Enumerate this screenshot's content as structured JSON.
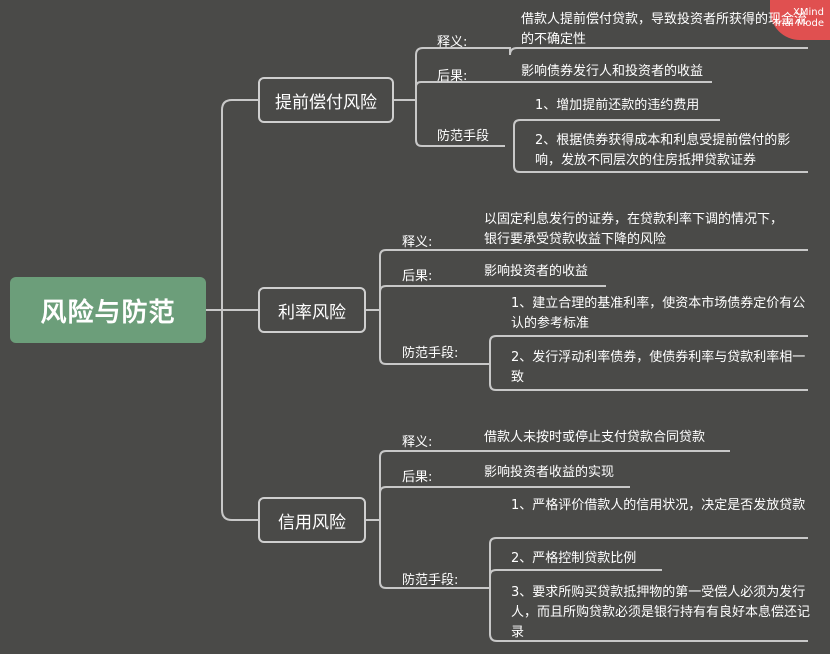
{
  "root": "风险与防范",
  "badge": {
    "line1": "XMind",
    "line2": "Trial Mode"
  },
  "branches": [
    {
      "title": "提前偿付风险",
      "definition_label": "释义:",
      "definition": "借款人提前偿付贷款，导致投资者所获得的现金流的不确定性",
      "consequence_label": "后果:",
      "consequence": "影响债券发行人和投资者的收益",
      "measures_label": "防范手段",
      "measures": [
        "1、增加提前还款的违约费用",
        "2、根据债券获得成本和利息受提前偿付的影响，发放不同层次的住房抵押贷款证券"
      ]
    },
    {
      "title": "利率风险",
      "definition_label": "释义:",
      "definition": "以固定利息发行的证券，在贷款利率下调的情况下，银行要承受贷款收益下降的风险",
      "consequence_label": "后果:",
      "consequence": "影响投资者的收益",
      "measures_label": "防范手段:",
      "measures": [
        "1、建立合理的基准利率，使资本市场债券定价有公认的参考标准",
        "2、发行浮动利率债券，使债券利率与贷款利率相一致"
      ]
    },
    {
      "title": "信用风险",
      "definition_label": "释义:",
      "definition": "借款人未按时或停止支付贷款合同贷款",
      "consequence_label": "后果:",
      "consequence": "影响投资者收益的实现",
      "measures_label": "防范手段:",
      "measures": [
        "1、严格评价借款人的信用状况，决定是否发放贷款",
        "2、严格控制贷款比例",
        "3、要求所购买贷款抵押物的第一受偿人必须为发行人，而且所购贷款必须是银行持有有良好本息偿还记录"
      ]
    }
  ]
}
